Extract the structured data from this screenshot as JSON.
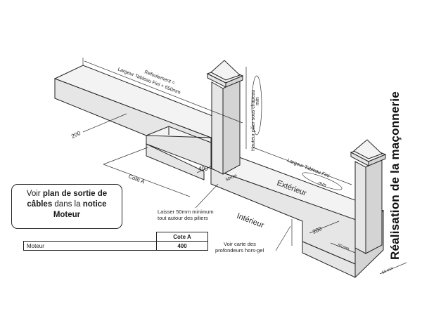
{
  "labels": {
    "refoulement_1": "Refoulement =",
    "refoulement_2": "Largeur Tableau Fini + 650mm",
    "hauteur_pilier_1": "Hauteur pilier sous chapeau",
    "hauteur_pilier_2": "mm",
    "dim_200_left": "200",
    "cote_a": "Cote A",
    "dim_400": "400",
    "dim_50_inner": "50mm",
    "exterieur": "Extérieur",
    "interieur": "Intérieur",
    "largeur_tableau_1": "Largeur Tableau Fini",
    "largeur_tableau_2": "mm",
    "dim_200_right": "200",
    "dim_50_right": "50 mm",
    "dim_50_bottom": "50 mm",
    "laisser_1": "Laisser 50mm minimum",
    "laisser_2": "tout autour des piliers",
    "voir_carte_1": "Voir carte des",
    "voir_carte_2": "profondeurs hors-gel"
  },
  "note": {
    "part1": "Voir ",
    "part2": "plan de sortie de câbles",
    "part3": " dans la ",
    "part4": "notice",
    "part5": "Moteur"
  },
  "table": {
    "header": "Cote A",
    "row_label": "Moteur",
    "row_value": "400"
  },
  "side_title": "Réalisation de la maçonnerie"
}
